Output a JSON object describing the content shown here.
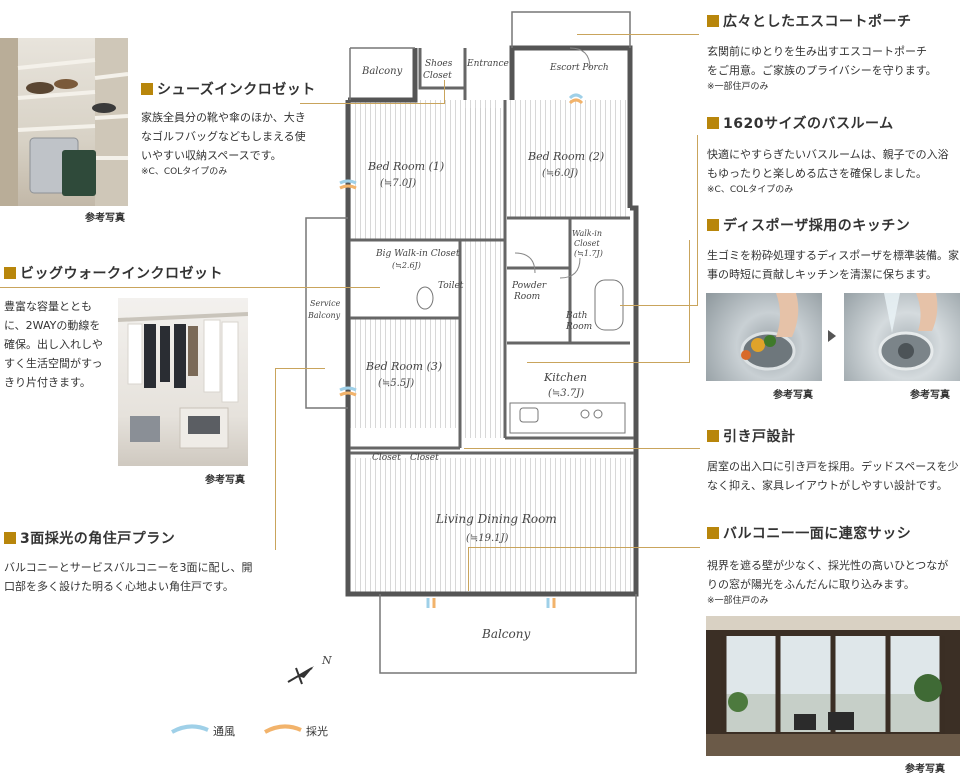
{
  "features": {
    "shoes": {
      "title": "シューズインクロゼット",
      "body": "家族全員分の靴や傘のほか、大きなゴルフバッグなどもしまえる使いやすい収納スペースです。",
      "note": "※C、COLタイプのみ",
      "caption": "参考写真"
    },
    "bigwalk": {
      "title": "ビッグウォークインクロゼット",
      "body": "豊富な容量とともに、2WAYの動線を確保。出し入れしやすく生活空間がすっきり片付きます。",
      "caption": "参考写真"
    },
    "corner": {
      "title": "3面採光の角住戸プラン",
      "body": "バルコニーとサービスバルコニーを3面に配し、開口部を多く設けた明るく心地よい角住戸です。"
    },
    "porch": {
      "title": "広々としたエスコートポーチ",
      "body": "玄関前にゆとりを生み出すエスコートポーチをご用意。ご家族のプライバシーを守ります。",
      "note": "※一部住戸のみ"
    },
    "bath": {
      "title": "1620サイズのバスルーム",
      "body": "快適にやすらぎたいバスルームは、親子での入浴もゆったりと楽しめる広さを確保しました。",
      "note": "※C、COLタイプのみ"
    },
    "disposer": {
      "title": "ディスポーザ採用のキッチン",
      "body": "生ゴミを粉砕処理するディスポーザを標準装備。家事の時短に貢献しキッチンを清潔に保ちます。",
      "caption1": "参考写真",
      "caption2": "参考写真"
    },
    "sliding": {
      "title": "引き戸設計",
      "body": "居室の出入口に引き戸を採用。デッドスペースを少なく抑え、家具レイアウトがしやすい設計です。"
    },
    "sash": {
      "title": "バルコニー一面に連窓サッシ",
      "body": "視界を遮る壁が少なく、採光性の高いひとつながりの窓が陽光をふんだんに取り込みます。",
      "note": "※一部住戸のみ",
      "caption": "参考写真"
    }
  },
  "plan": {
    "balcony_top": "Balcony",
    "shoes_closet_1": "Shoes",
    "shoes_closet_2": "Closet",
    "entrance": "Entrance",
    "escort_porch": "Escort Porch",
    "bed1": "Bed Room (1)",
    "bed1_size": "(≒7.0J)",
    "bed2": "Bed Room (2)",
    "bed2_size": "(≒6.0J)",
    "big_walkin": "Big Walk-in Closet",
    "big_walkin_size": "(≒2.6J)",
    "toilet": "Toilet",
    "walkin_1": "Walk-in",
    "walkin_2": "Closet",
    "walkin_size": "(≒1.7J)",
    "powder_1": "Powder",
    "powder_2": "Room",
    "bath_1": "Bath",
    "bath_2": "Room",
    "service_1": "Service",
    "service_2": "Balcony",
    "bed3": "Bed Room (3)",
    "bed3_size": "(≒5.5J)",
    "kitchen": "Kitchen",
    "kitchen_size": "(≒3.7J)",
    "closet_a": "Closet",
    "closet_b": "Closet",
    "ldr": "Living Dining Room",
    "ldr_size": "(≒19.1J)",
    "balcony_bottom": "Balcony",
    "north": "N"
  },
  "legend": {
    "wind": "通風",
    "light": "採光"
  },
  "colors": {
    "accent": "#b8860b",
    "leader": "#c9a45c",
    "wind": "#9fd0e8",
    "light": "#f2b36b",
    "wall": "#555555"
  }
}
